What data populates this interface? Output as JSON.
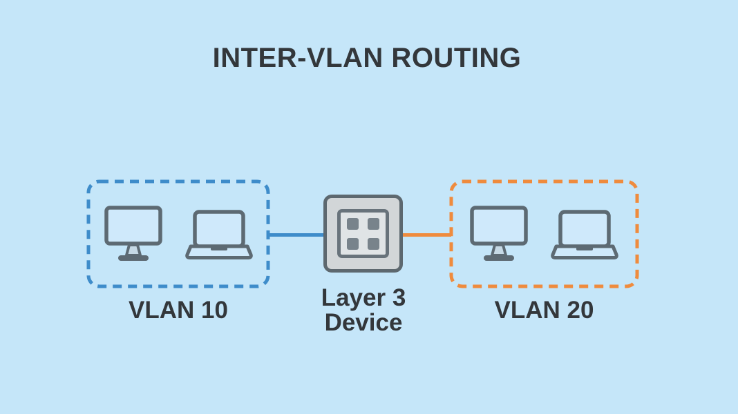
{
  "title": "INTER-VLAN ROUTING",
  "diagram": {
    "vlan_left": {
      "label": "VLAN 10",
      "border_color": "#3e8cca",
      "devices": [
        "desktop",
        "laptop"
      ]
    },
    "vlan_right": {
      "label": "VLAN 20",
      "border_color": "#ef8b3d",
      "devices": [
        "desktop",
        "laptop"
      ]
    },
    "router": {
      "label_line1": "Layer 3",
      "label_line2": "Device",
      "icon": "layer3-switch-icon"
    },
    "links": [
      {
        "from": "VLAN 10",
        "to": "Layer 3 Device",
        "color": "#3e8cca"
      },
      {
        "from": "Layer 3 Device",
        "to": "VLAN 20",
        "color": "#ef8b3d"
      }
    ]
  },
  "icons": {
    "desktop": "desktop-monitor-icon",
    "laptop": "laptop-icon",
    "router": "layer3-switch-icon"
  },
  "colors": {
    "background": "#c5e6f9",
    "text": "#33373b",
    "vlan10_accent": "#3e8cca",
    "vlan20_accent": "#ef8b3d",
    "icon_stroke": "#5d6a73",
    "screen_fill": "#cfe9fb",
    "stand_fill": "#c6d9e5",
    "device_fill": "#d2d6d8",
    "device_border": "#5d686f",
    "panel_fill": "#e0e4e6",
    "panel_border": "#68737b",
    "port_color": "#78838b"
  }
}
